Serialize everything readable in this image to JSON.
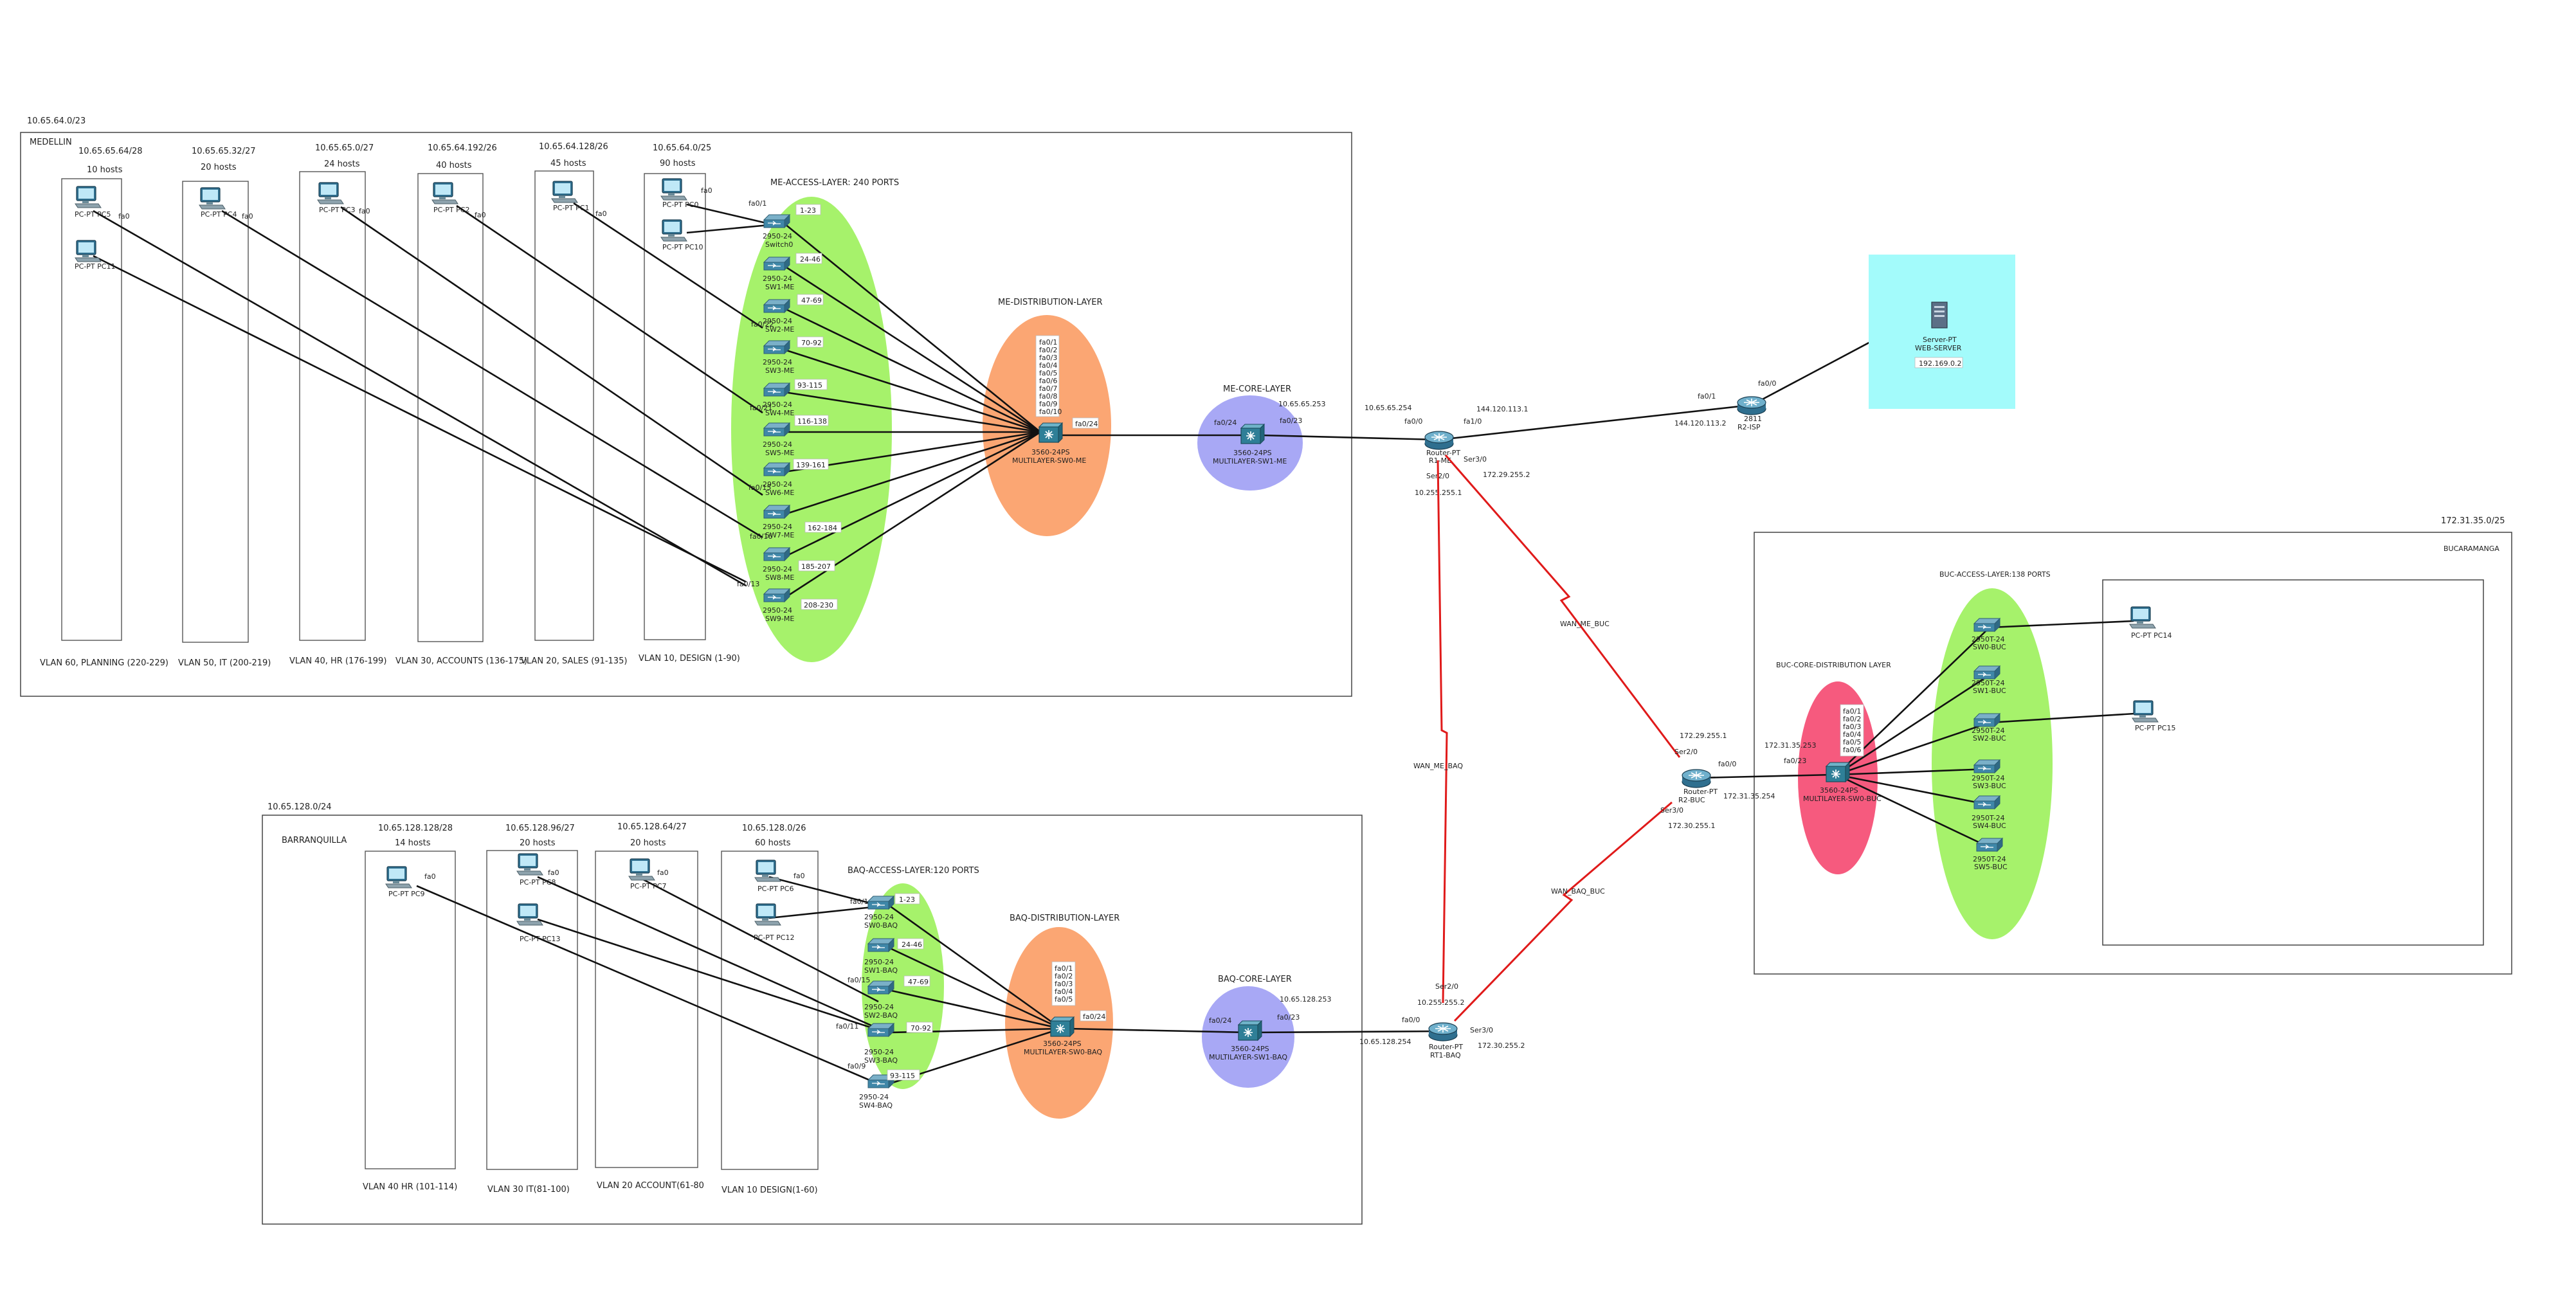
{
  "networks": {
    "medellin_net": "10.65.64.0/23",
    "barranquilla_net": "10.65.128.0/24",
    "bucaramanga_net": "172.31.35.0/25"
  },
  "sites": {
    "medellin": "MEDELLIN",
    "barranquilla": "BARRANQUILLA",
    "bucaramanga": "BUCARAMANGA"
  },
  "medellin_vlans": [
    {
      "subnet": "10.65.65.64/28",
      "hosts": "10 hosts",
      "name": "VLAN 60, PLANNING (220-229)",
      "pcs": [
        "PC-PT PC5",
        "PC-PT PC11"
      ],
      "port": "fa0"
    },
    {
      "subnet": "10.65.65.32/27",
      "hosts": "20 hosts",
      "name": "VLAN 50, IT (200-219)",
      "pcs": [
        "PC-PT PC4"
      ],
      "port": "fa0"
    },
    {
      "subnet": "10.65.65.0/27",
      "hosts": "24 hosts",
      "name": "VLAN 40, HR (176-199)",
      "pcs": [
        "PC-PT PC3"
      ],
      "port": "fa0"
    },
    {
      "subnet": "10.65.64.192/26",
      "hosts": "40 hosts",
      "name": "VLAN 30, ACCOUNTS (136-175)",
      "pcs": [
        "PC-PT PC2"
      ],
      "port": "fa0"
    },
    {
      "subnet": "10.65.64.128/26",
      "hosts": "45 hosts",
      "name": "VLAN 20, SALES (91-135)",
      "pcs": [
        "PC-PT PC1"
      ],
      "port": "fa0"
    },
    {
      "subnet": "10.65.64.0/25",
      "hosts": "90 hosts",
      "name": "VLAN 10, DESIGN (1-90)",
      "pcs": [
        "PC-PT PC0",
        "PC-PT PC10"
      ],
      "port": "fa0"
    }
  ],
  "me_access": {
    "title": "ME-ACCESS-LAYER: 240 PORTS",
    "switches": [
      {
        "model": "2950-24",
        "name": "Switch0",
        "range": "1-23"
      },
      {
        "model": "2950-24",
        "name": "SW1-ME",
        "range": "24-46"
      },
      {
        "model": "2950-24",
        "name": "SW2-ME",
        "range": "47-69"
      },
      {
        "model": "2950-24",
        "name": "SW3-ME",
        "range": "70-92"
      },
      {
        "model": "2950-24",
        "name": "SW4-ME",
        "range": "93-115"
      },
      {
        "model": "2950-24",
        "name": "SW5-ME",
        "range": "116-138"
      },
      {
        "model": "2950-24",
        "name": "SW6-ME",
        "range": "139-161"
      },
      {
        "model": "2950-24",
        "name": "SW7-ME",
        "range": "162-184"
      },
      {
        "model": "2950-24",
        "name": "SW8-ME",
        "range": "185-207"
      },
      {
        "model": "2950-24",
        "name": "SW9-ME",
        "range": "208-230"
      }
    ],
    "port_labels": [
      "fa0/1",
      "fa0/22",
      "fa0/21",
      "fa0/15",
      "fa0/16",
      "fa0/13"
    ]
  },
  "me_distribution": {
    "title": "ME-DISTRIBUTION-LAYER",
    "ports": [
      "fa0/1",
      "fa0/2",
      "fa0/3",
      "fa0/4",
      "fa0/5",
      "fa0/6",
      "fa0/7",
      "fa0/8",
      "fa0/9",
      "fa0/10"
    ],
    "uplink": "fa0/24",
    "model": "3560-24PS",
    "name": "MULTILAYER-SW0-ME"
  },
  "me_core": {
    "title": "ME-CORE-LAYER",
    "model": "3560-24PS",
    "name": "MULTILAYER-SW1-ME",
    "ip": "10.65.65.253",
    "port_in": "fa0/24",
    "port_out": "fa0/23"
  },
  "r1_me": {
    "model": "Router-PT",
    "name": "R1-ME",
    "ip_lan": "10.65.65.254",
    "port_lan": "fa0/0",
    "ip_isp": "144.120.113.1",
    "port_isp": "fa1/0",
    "port_ser3": "Ser3/0",
    "ip_ser3": "172.29.255.2",
    "port_ser2": "Ser2/0",
    "ip_ser2": "10.255.255.1"
  },
  "isp": {
    "model": "2811",
    "name": "R2-ISP",
    "port_in": "fa0/1",
    "ip_in": "144.120.113.2",
    "port_out": "fa0/0"
  },
  "web_server": {
    "model": "Server-PT",
    "name": "WEB-SERVER",
    "ip": "192.169.0.2"
  },
  "wan": {
    "me_buc": "WAN_ME_BUC",
    "me_baq": "WAN_ME_BAQ",
    "baq_buc": "WAN_BAQ_BUC"
  },
  "buc": {
    "core_title": "BUC-CORE-DISTRIBUTION LAYER",
    "access_title": "BUC-ACCESS-LAYER:138 PORTS",
    "router_model": "Router-PT",
    "router_name": "R2-BUC",
    "ser2": "Ser2/0",
    "ip_ser2": "172.29.255.1",
    "ser3": "Ser3/0",
    "ip_ser3": "172.30.255.1",
    "port_lan": "fa0/0",
    "ip_lan": "172.31.35.254",
    "sw_ip": "172.31.35.253",
    "sw_port_up": "fa0/23",
    "sw_model": "3560-24PS",
    "sw_name": "MULTILAYER-SW0-BUC",
    "sw_ports": [
      "fa0/1",
      "fa0/2",
      "fa0/3",
      "fa0/4",
      "fa0/5",
      "fa0/6"
    ],
    "switches": [
      {
        "model": "2950T-24",
        "name": "SW0-BUC"
      },
      {
        "model": "2950T-24",
        "name": "SW1-BUC"
      },
      {
        "model": "2950T-24",
        "name": "SW2-BUC"
      },
      {
        "model": "2950T-24",
        "name": "SW3-BUC"
      },
      {
        "model": "2950T-24",
        "name": "SW4-BUC"
      },
      {
        "model": "2950T-24",
        "name": "SW5-BUC"
      }
    ],
    "pcs": [
      "PC-PT PC14",
      "PC-PT PC15"
    ]
  },
  "baq_vlans": [
    {
      "subnet": "10.65.128.128/28",
      "hosts": "14 hosts",
      "name": "VLAN 40 HR (101-114)",
      "pcs": [
        "PC-PT PC9"
      ],
      "port": "fa0"
    },
    {
      "subnet": "10.65.128.96/27",
      "hosts": "20 hosts",
      "name": "VLAN 30 IT(81-100)",
      "pcs": [
        "PC-PT PC8",
        "PC-PT PC13"
      ],
      "port": "fa0"
    },
    {
      "subnet": "10.65.128.64/27",
      "hosts": "20 hosts",
      "name": "VLAN 20 ACCOUNT(61-80",
      "pcs": [
        "PC-PT PC7"
      ],
      "port": "fa0"
    },
    {
      "subnet": "10.65.128.0/26",
      "hosts": "60 hosts",
      "name": "VLAN 10 DESIGN(1-60)",
      "pcs": [
        "PC-PT PC6",
        "PC-PT PC12"
      ],
      "port": "fa0"
    }
  ],
  "baq_access": {
    "title": "BAQ-ACCESS-LAYER:120 PORTS",
    "switches": [
      {
        "model": "2950-24",
        "name": "SW0-BAQ",
        "range": "1-23"
      },
      {
        "model": "2950-24",
        "name": "SW1-BAQ",
        "range": "24-46"
      },
      {
        "model": "2950-24",
        "name": "SW2-BAQ",
        "range": "47-69"
      },
      {
        "model": "2950-24",
        "name": "SW3-BAQ",
        "range": "70-92"
      },
      {
        "model": "2950-24",
        "name": "SW4-BAQ",
        "range": "93-115"
      }
    ],
    "port_labels": [
      "fa0/1",
      "fa0/15",
      "fa0/11",
      "fa0/9"
    ]
  },
  "baq_distribution": {
    "title": "BAQ-DISTRIBUTION-LAYER",
    "ports": [
      "fa0/1",
      "fa0/2",
      "fa0/3",
      "fa0/4",
      "fa0/5"
    ],
    "uplink": "fa0/24",
    "model": "3560-24PS",
    "name": "MULTILAYER-SW0-BAQ"
  },
  "baq_core": {
    "title": "BAQ-CORE-LAYER",
    "model": "3560-24PS",
    "name": "MULTILAYER-SW1-BAQ",
    "ip": "10.65.128.253",
    "port_in": "fa0/24",
    "port_out": "fa0/23"
  },
  "r1_baq": {
    "model": "Router-PT",
    "name": "RT1-BAQ",
    "ip_lan": "10.65.128.254",
    "port_lan": "fa0/0",
    "ser2": "Ser2/0",
    "ip_ser2": "10.255.255.2",
    "ser3": "Ser3/0",
    "ip_ser3": "172.30.255.2"
  },
  "colors": {
    "access": "#a6f26b",
    "distribution": "#fba673",
    "core": "#a8a8f5",
    "buc_core": "#f65a7e",
    "server_bg": "#a3fbfb",
    "wan": "#e01a1a"
  }
}
